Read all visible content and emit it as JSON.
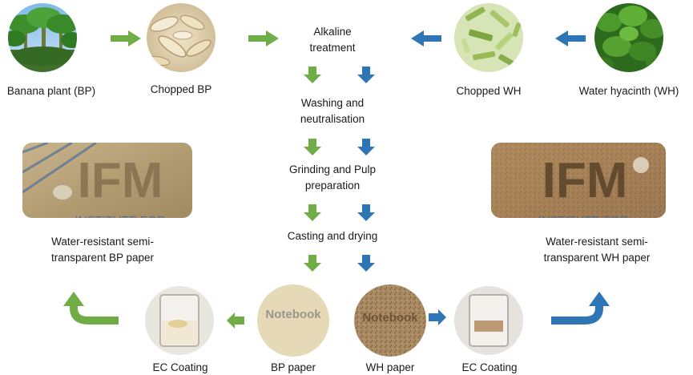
{
  "colors": {
    "green_arrow": "#70ad47",
    "blue_arrow": "#2e75b6",
    "text": "#1a1a1a"
  },
  "labels": {
    "banana_plant": "Banana plant (BP)",
    "chopped_bp": "Chopped BP",
    "chopped_wh": "Chopped WH",
    "water_hyacinth": "Water hyacinth (WH)",
    "bp_paper": "BP paper",
    "wh_paper": "WH paper",
    "ec_coating_left": "EC Coating",
    "ec_coating_right": "EC Coating"
  },
  "steps": {
    "alkaline": [
      "Alkaline",
      "treatment"
    ],
    "washing": [
      "Washing and",
      "neutralisation"
    ],
    "grinding": [
      "Grinding and Pulp",
      "preparation"
    ],
    "casting": "Casting and drying"
  },
  "products": {
    "bp_caption": [
      "Water-resistant semi-",
      "transparent BP paper"
    ],
    "wh_caption": [
      "Water-resistant semi-",
      "transparent WH paper"
    ]
  },
  "photo_text": {
    "ifm_logo": "IFM",
    "institute_left": "INSTITUTE FOR",
    "institute_right": "INSTITUTE FOR",
    "notebook_bp": "Notebook",
    "notebook_wh": "Notebook"
  },
  "icons": {
    "banana_photo": "banana-plant-photo",
    "chopped_bp_photo": "chopped-banana-photo",
    "chopped_wh_photo": "chopped-hyacinth-photo",
    "hyacinth_photo": "water-hyacinth-photo",
    "arrow_green": "green-arrow-icon",
    "arrow_blue": "blue-arrow-icon"
  }
}
